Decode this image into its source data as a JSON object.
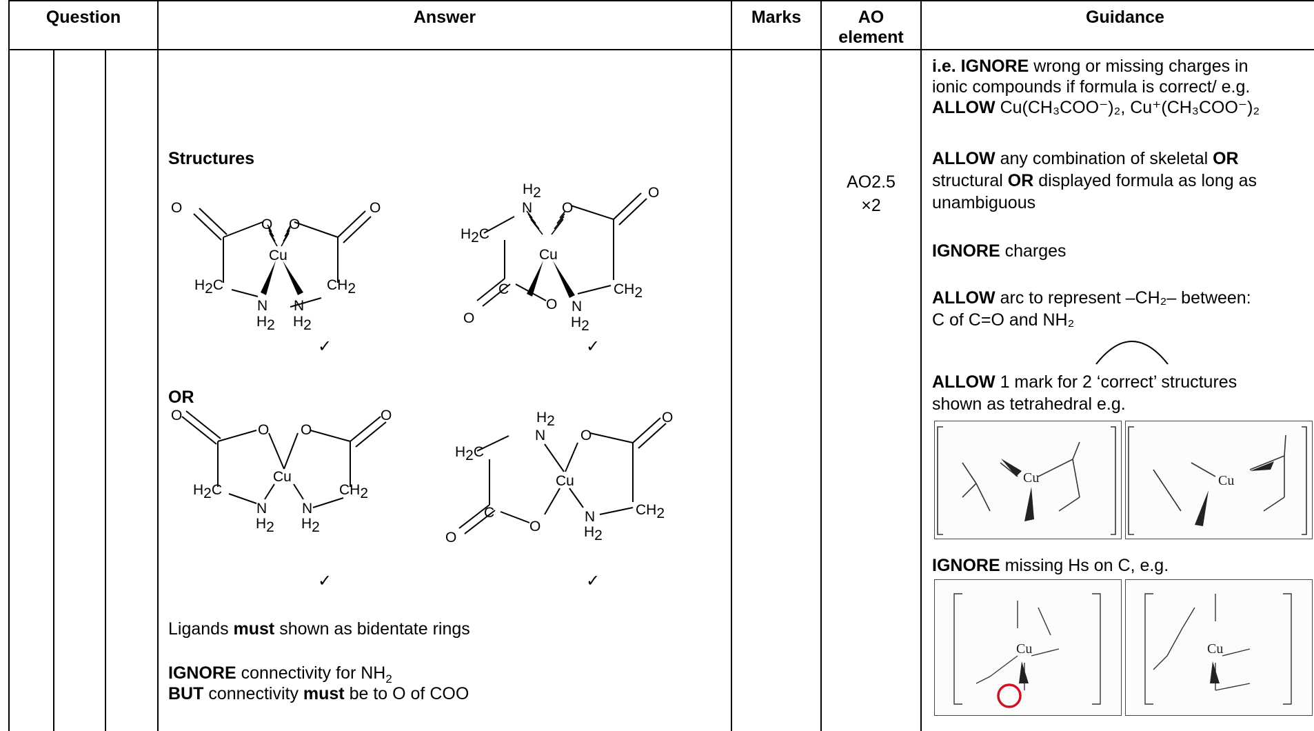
{
  "headers": {
    "question": "Question",
    "answer": "Answer",
    "marks": "Marks",
    "ao_line1": "AO",
    "ao_line2": "element",
    "guidance": "Guidance"
  },
  "answer": {
    "structures_heading": "Structures",
    "or_label": "OR",
    "tick": "✓",
    "ligands_pre": "Ligands ",
    "ligands_must": "must",
    "ligands_post": " shown as bidentate rings",
    "ignore_word": "IGNORE",
    "ignore_rest": " connectivity for NH",
    "ignore_sub": "2",
    "but_word": "BUT",
    "but_mid": " connectivity ",
    "but_must": "must",
    "but_rest": " be to O of COO"
  },
  "molecule_labels": {
    "O": "O",
    "Cu": "Cu",
    "N": "N",
    "H": "H",
    "C": "C",
    "CH": "CH",
    "H2C_H": "H",
    "sub2": "2"
  },
  "ao": {
    "value": "AO2.5",
    "multiplier": "×2"
  },
  "guidance": {
    "p1_ie": "i.e. IGNORE",
    "p1_a": " wrong or missing charges in",
    "p1_b": "ionic compounds if formula is correct/ e.g.",
    "p1_allow": "ALLOW",
    "p1_c": " Cu(CH₃COO⁻)₂, Cu⁺(CH₃COO⁻)₂",
    "p2_allow": "ALLOW",
    "p2_a": " any combination of skeletal ",
    "p2_or1": "OR",
    "p2_b": "structural ",
    "p2_or2": "OR",
    "p2_c": " displayed formula as long as",
    "p2_d": "unambiguous",
    "p3_ignore": "IGNORE",
    "p3_a": " charges",
    "p4_allow": "ALLOW",
    "p4_a": " arc to represent –CH₂– between:",
    "p4_b": "C of C=O and NH₂",
    "p5_allow": "ALLOW",
    "p5_a": " 1 mark for 2 ‘correct’ structures",
    "p5_b": "shown as tetrahedral e.g.",
    "p6_ignore": "IGNORE",
    "p6_a": " missing Hs on C, e.g."
  }
}
